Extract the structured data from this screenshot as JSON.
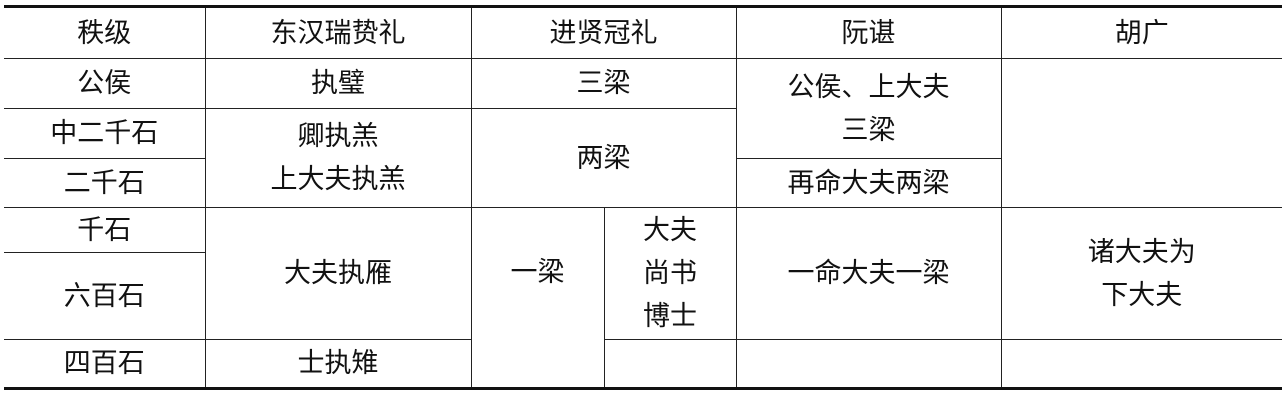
{
  "headers": [
    "秩级",
    "东汉瑞贽礼",
    "进贤冠礼",
    "阮谌",
    "胡广"
  ],
  "rank": [
    "公侯",
    "中二千石",
    "二千石",
    "千石",
    "六百石",
    "四百石"
  ],
  "donghan": [
    "执璧",
    "卿执羔",
    "上大夫执羔",
    "大夫执雁",
    "士执雉"
  ],
  "jinxian": [
    "三梁",
    "两梁",
    "一梁",
    "大夫",
    "尚书",
    "博士"
  ],
  "ruanchen": [
    "公侯、上大夫",
    "三梁",
    "再命大夫两梁",
    "一命大夫一梁"
  ],
  "huguang": [
    "诸大夫为",
    "下大夫"
  ]
}
